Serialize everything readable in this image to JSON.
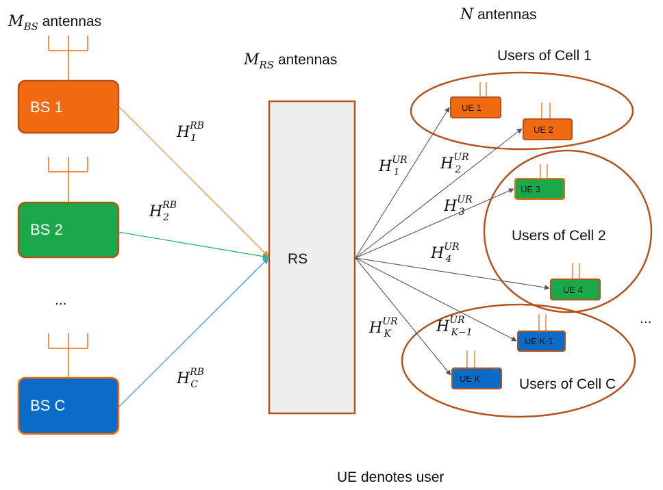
{
  "colors": {
    "orange": "#f26a0f",
    "green": "#19a84a",
    "blue": "#0a6cc4",
    "border": "#b5521c",
    "rs_fill": "#eeeeee",
    "cell_ring": "#b5521c",
    "arrow_gray": "#555555",
    "link_orange": "#f48b3c",
    "link_green": "#2fb56a",
    "link_blue": "#3b9bd6"
  },
  "labels": {
    "mbs_antennas": {
      "base": "M",
      "sub": "BS",
      "text": " antennas"
    },
    "mrs_antennas": {
      "base": "M",
      "sub": "RS",
      "text": " antennas"
    },
    "n_antennas": {
      "base": "N",
      "text": " antennas"
    },
    "footer": "UE denotes user",
    "ellipsis_bs": "...",
    "ellipsis_ue": "..."
  },
  "base_stations": [
    {
      "label": "BS 1",
      "color": "orange"
    },
    {
      "label": "BS 2",
      "color": "green"
    },
    {
      "label": "BS C",
      "color": "blue"
    }
  ],
  "relay": {
    "label": "RS"
  },
  "cells": [
    {
      "label": "Users of Cell 1"
    },
    {
      "label": "Users of Cell 2"
    },
    {
      "label": "Users of Cell C"
    }
  ],
  "users": [
    {
      "label": "UE 1",
      "color": "orange"
    },
    {
      "label": "UE 2",
      "color": "orange"
    },
    {
      "label": "UE 3",
      "color": "green"
    },
    {
      "label": "UE 4",
      "color": "green"
    },
    {
      "label": "UE K-1",
      "color": "blue"
    },
    {
      "label": "UE K",
      "color": "blue"
    }
  ],
  "bs_channels": [
    {
      "base": "H",
      "sub": "1",
      "sup": "RB"
    },
    {
      "base": "H",
      "sub": "2",
      "sup": "RB"
    },
    {
      "base": "H",
      "sub": "C",
      "sup": "RB"
    }
  ],
  "ue_channels": [
    {
      "base": "H",
      "sub": "1",
      "sup": "UR"
    },
    {
      "base": "H",
      "sub": "2",
      "sup": "UR"
    },
    {
      "base": "H",
      "sub": "3",
      "sup": "UR"
    },
    {
      "base": "H",
      "sub": "4",
      "sup": "UR"
    },
    {
      "base": "H",
      "sub": "K−1",
      "sup": "UR"
    },
    {
      "base": "H",
      "sub": "K",
      "sup": "UR"
    }
  ]
}
